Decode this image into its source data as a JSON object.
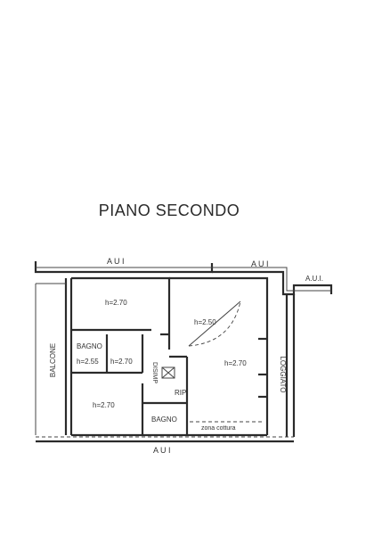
{
  "title": "PIANO SECONDO",
  "labels": {
    "aui_top_left": "A U I",
    "aui_top_mid": "A U I",
    "aui_top_right": "A.U.I.",
    "aui_bottom": "A U I",
    "balcone": "BALCONE",
    "loggiato": "LOGGIATO",
    "room_top_left_h": "h=2.70",
    "room_center_h": "h=2.50",
    "room_right_h": "h=2.70",
    "bagno_left": "BAGNO",
    "bagno_left_h": "h=2.55",
    "room_small_h": "h=2.70",
    "room_bottom_left_h": "h=2.70",
    "disimp": "DISIMP",
    "rip": "RIP",
    "bagno_bottom": "BAGNO",
    "zona_cottura": "zona cottura"
  }
}
